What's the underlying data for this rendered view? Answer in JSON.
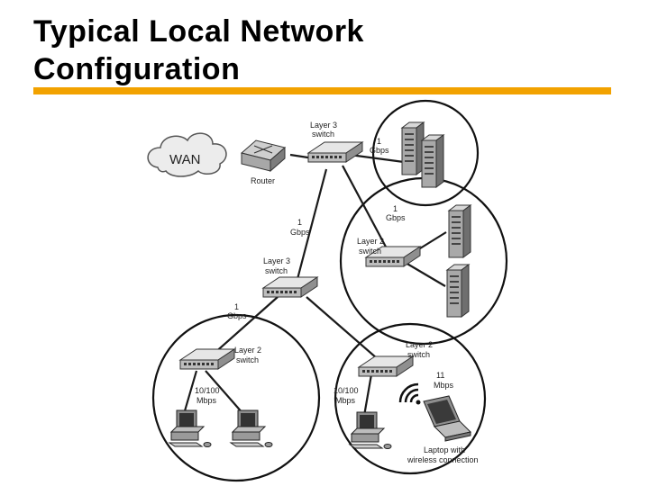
{
  "title_lines": [
    "Typical Local Network",
    "Configuration"
  ],
  "colors": {
    "accent_rule": "#f2a200",
    "line": "#1a1a1a",
    "device": "#9a9a9a"
  },
  "labels": {
    "wan": "WAN",
    "router": "Router",
    "top_switch": [
      "Layer 3",
      "switch"
    ],
    "server_link_speed": [
      "1",
      "Gbps"
    ],
    "core_link_speed": [
      "1",
      "Gbps"
    ],
    "mid_switch": [
      "Layer 3",
      "switch"
    ],
    "right_link_speed": [
      "1",
      "Gbps"
    ],
    "right_switch": [
      "Layer 2",
      "switch"
    ],
    "left_link_speed": [
      "1",
      "Gbps"
    ],
    "left_switch": [
      "Layer 2",
      "switch"
    ],
    "left_pc_speed": [
      "10/100",
      "Mbps"
    ],
    "bottom_right_switch": [
      "Layer 2",
      "switch"
    ],
    "bottom_right_pc_speed": [
      "10/100",
      "Mbps"
    ],
    "wireless_speed": [
      "11",
      "Mbps"
    ],
    "laptop": [
      "Laptop with",
      "wireless connection"
    ]
  }
}
